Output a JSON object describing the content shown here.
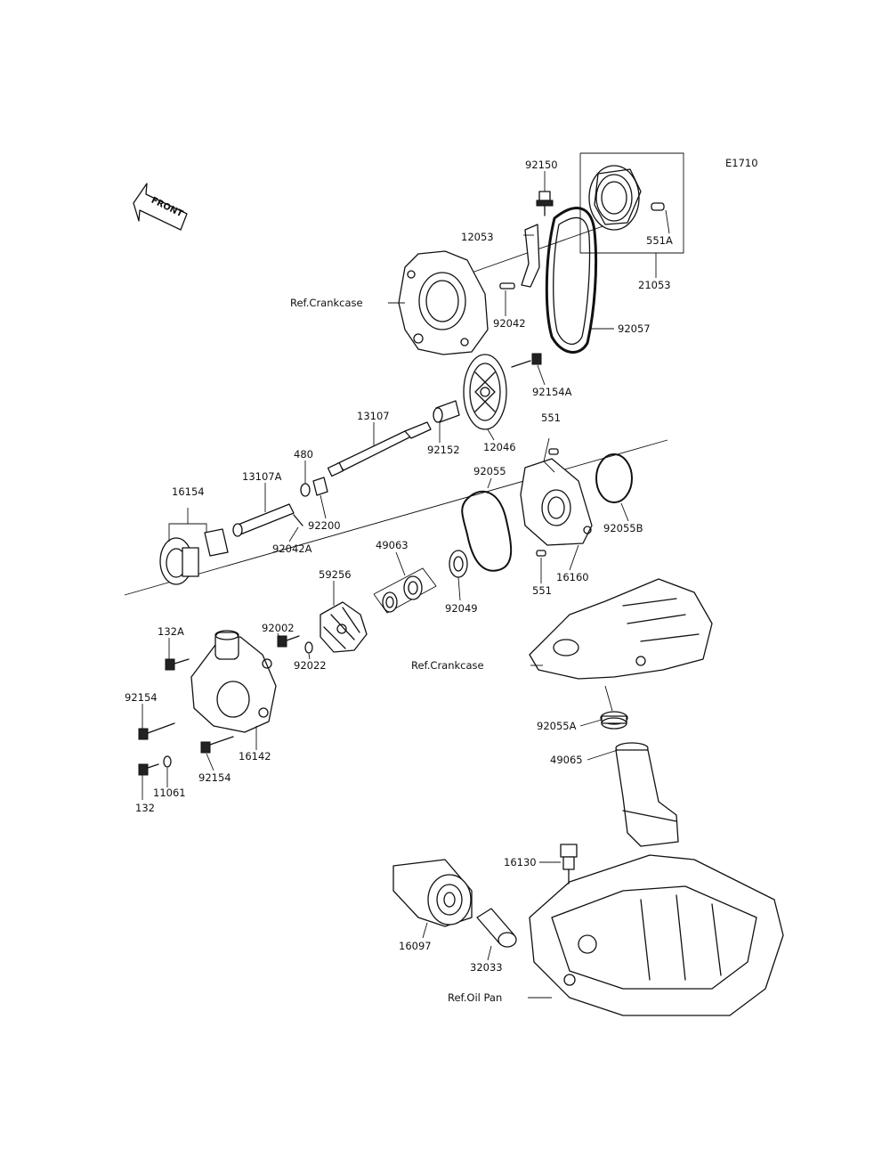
{
  "diagram_code": "E1710",
  "front_arrow_label": "FRONT",
  "parts": {
    "p92150": "92150",
    "p12053": "12053",
    "p551A": "551A",
    "p21053": "21053",
    "ref_crankcase_top": "Ref.Crankcase",
    "p92042": "92042",
    "p92057": "92057",
    "p92154A": "92154A",
    "p13107": "13107",
    "p92152": "92152",
    "p12046": "12046",
    "p551_top": "551",
    "p480": "480",
    "p13107A": "13107A",
    "p16154": "16154",
    "p92200": "92200",
    "p92042A": "92042A",
    "p92055": "92055",
    "p92055B": "92055B",
    "p16160": "16160",
    "p551_bottom": "551",
    "p49063": "49063",
    "p59256": "59256",
    "p92049": "92049",
    "ref_crankcase_mid": "Ref.Crankcase",
    "p132A": "132A",
    "p92002": "92002",
    "p92022": "92022",
    "p92154_left": "92154",
    "p16142": "16142",
    "p92154_bottom": "92154",
    "p11061": "11061",
    "p132": "132",
    "p92055A": "92055A",
    "p49065": "49065",
    "p16130": "16130",
    "p16097": "16097",
    "p32033": "32033",
    "ref_oil_pan": "Ref.Oil Pan"
  }
}
